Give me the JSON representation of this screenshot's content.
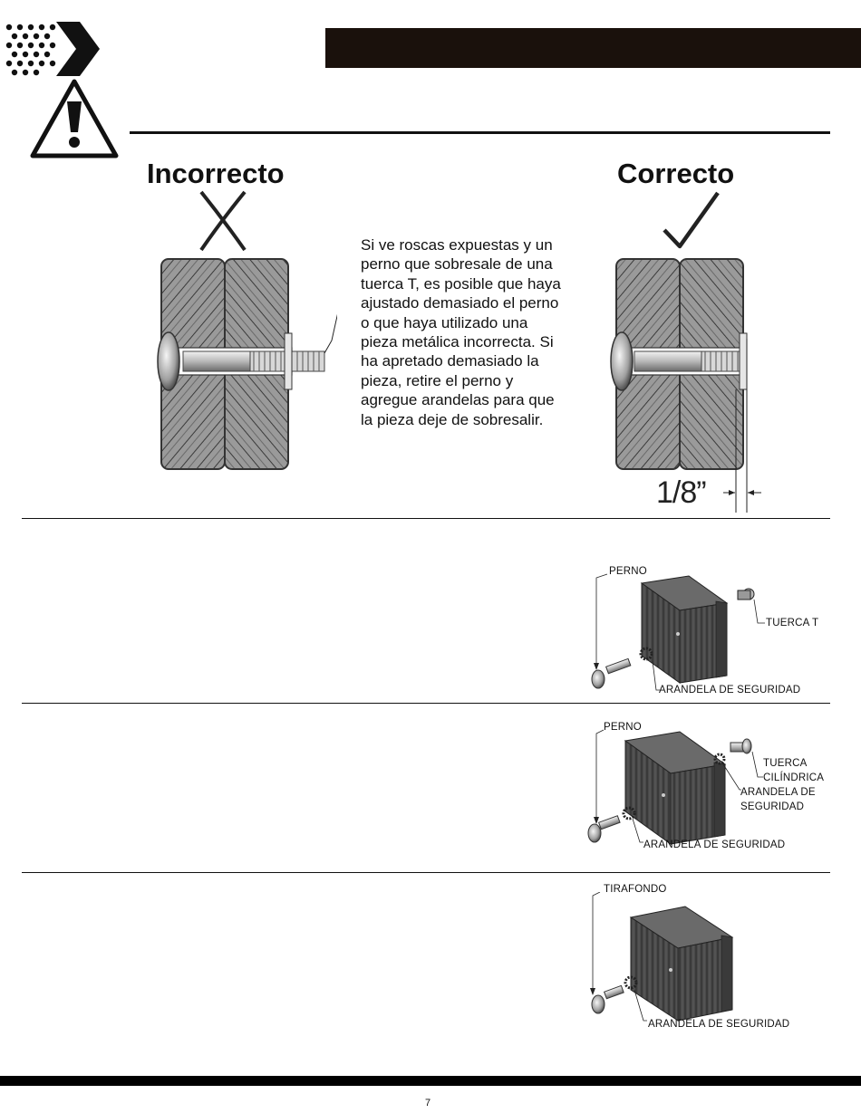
{
  "comparison": {
    "incorrect_label": "Incorrecto",
    "correct_label": "Correcto",
    "note": "Si ve roscas expuestas y un perno que sobresale de una tuerca T, es posible que haya ajustado demasiado el perno o que haya utilizado una pieza metálica incorrecta. Si ha apretado demasiado la pieza, retire el perno y agregue arandelas para que la pieza deje de sobresalir.",
    "dimension": "1/8”"
  },
  "diagram1": {
    "bolt": "PERNO",
    "tnut": "TUERCA T",
    "washer": "ARANDELA DE SEGURIDAD"
  },
  "diagram2": {
    "bolt": "PERNO",
    "barrel_nut_line1": "TUERCA",
    "barrel_nut_line2": "CILÍNDRICA",
    "washer_right_line1": "ARANDELA DE",
    "washer_right_line2": "SEGURIDAD",
    "washer": "ARANDELA DE SEGURIDAD"
  },
  "diagram3": {
    "lag_screw": "TIRAFONDO",
    "washer": "ARANDELA DE SEGURIDAD"
  },
  "footer": {
    "page_number": "7"
  },
  "colors": {
    "dark_bar": "#1a110c",
    "black": "#000000",
    "wood": "#8a8a8a"
  }
}
